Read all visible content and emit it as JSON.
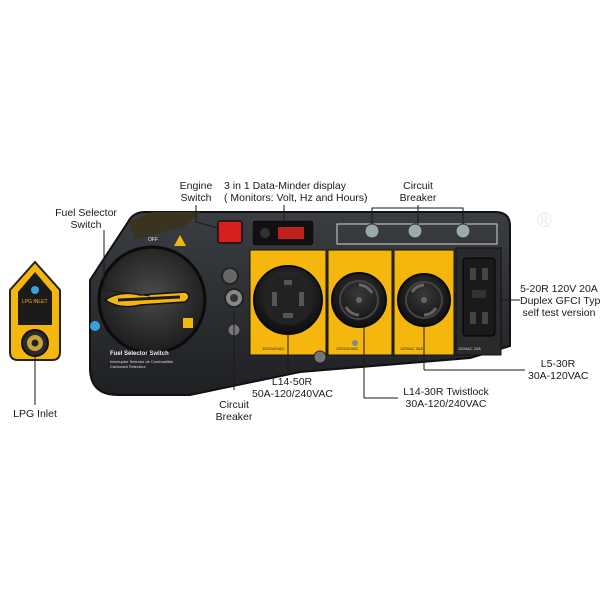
{
  "labels": {
    "engine_switch": [
      "Engine",
      "Switch"
    ],
    "data_minder": [
      "3 in 1 Data-Minder display",
      "( Monitors: Volt, Hz and Hours)"
    ],
    "circuit_breaker_top": [
      "Circuit",
      "Breaker"
    ],
    "fuel_selector": [
      "Fuel Selector",
      "Switch"
    ],
    "gfci": [
      "5-20R 120V 20A",
      "Duplex GFCI Type",
      "self test version"
    ],
    "l5_30r": [
      "L5-30R",
      "30A-120VAC"
    ],
    "l14_30r": [
      "L14-30R Twistlock",
      "30A-120/240VAC"
    ],
    "l14_50r": [
      "L14-50R",
      "50A-120/240VAC"
    ],
    "circuit_breaker_bottom": [
      "Circuit",
      "Breaker"
    ],
    "lpg_inlet": "LPG Inlet"
  },
  "panel_text": {
    "fuel_selector_title": "Fuel Selector Switch",
    "fuel_selector_sub1": "Interruptor Selector de Combustible",
    "fuel_selector_sub2": "Carburant Sélecteur",
    "lpg_tag": "LPG INLET",
    "off": "OFF",
    "outlet_50a": "120/240VAC",
    "outlet_l1430": "120/240VAC",
    "outlet_l530": "120VAC 30A",
    "outlet_gfci": "120VAC 20A"
  },
  "colors": {
    "panel": "#2a2c30",
    "yellow": "#f5b70d",
    "red_switch": "#d62020",
    "black": "#151515"
  }
}
